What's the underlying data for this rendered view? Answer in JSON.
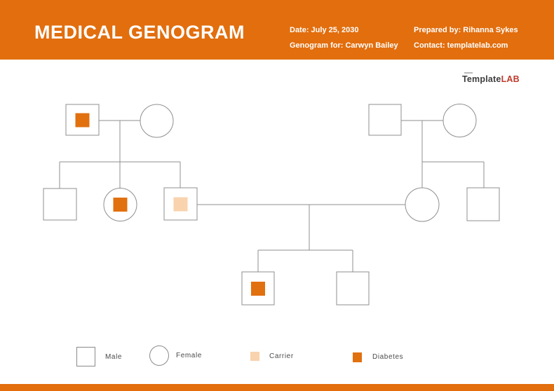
{
  "header": {
    "title": "MEDICAL GENOGRAM",
    "date": "Date: July 25, 2030",
    "genogram_for": "Genogram for: Carwyn Bailey",
    "prepared_by": "Prepared by: Rihanna Sykes",
    "contact": "Contact: templatelab.com"
  },
  "logo": {
    "prefix": "Template",
    "suffix": "LAB"
  },
  "legend": {
    "male": "Male",
    "female": "Female",
    "carrier": "Carrier",
    "diabetes": "Diabetes"
  },
  "colors": {
    "accent_orange": "#E26E0E",
    "diabetes": "#E1700F",
    "carrier": "#F8D3AE",
    "line_gray": "#8F8F8F",
    "text_gray": "#4A4A4A",
    "logo_dark": "#3D3D3D",
    "logo_red": "#C03A2B",
    "shape_fill": "#FFFFFF"
  },
  "genogram": {
    "left_family": {
      "grandfather": {
        "gender": "male",
        "condition": "diabetes"
      },
      "grandmother": {
        "gender": "female",
        "condition": "none"
      },
      "children": [
        {
          "gender": "male",
          "condition": "none"
        },
        {
          "gender": "female",
          "condition": "diabetes"
        },
        {
          "gender": "male",
          "condition": "carrier"
        }
      ]
    },
    "right_family": {
      "grandfather": {
        "gender": "male",
        "condition": "none"
      },
      "grandmother": {
        "gender": "female",
        "condition": "none"
      },
      "children": [
        {
          "gender": "female",
          "condition": "none"
        },
        {
          "gender": "male",
          "condition": "none"
        }
      ]
    },
    "union": {
      "partner_left": "left carrier male",
      "partner_right": "right female",
      "children": [
        {
          "gender": "male",
          "condition": "diabetes"
        },
        {
          "gender": "male",
          "condition": "none"
        }
      ]
    }
  }
}
